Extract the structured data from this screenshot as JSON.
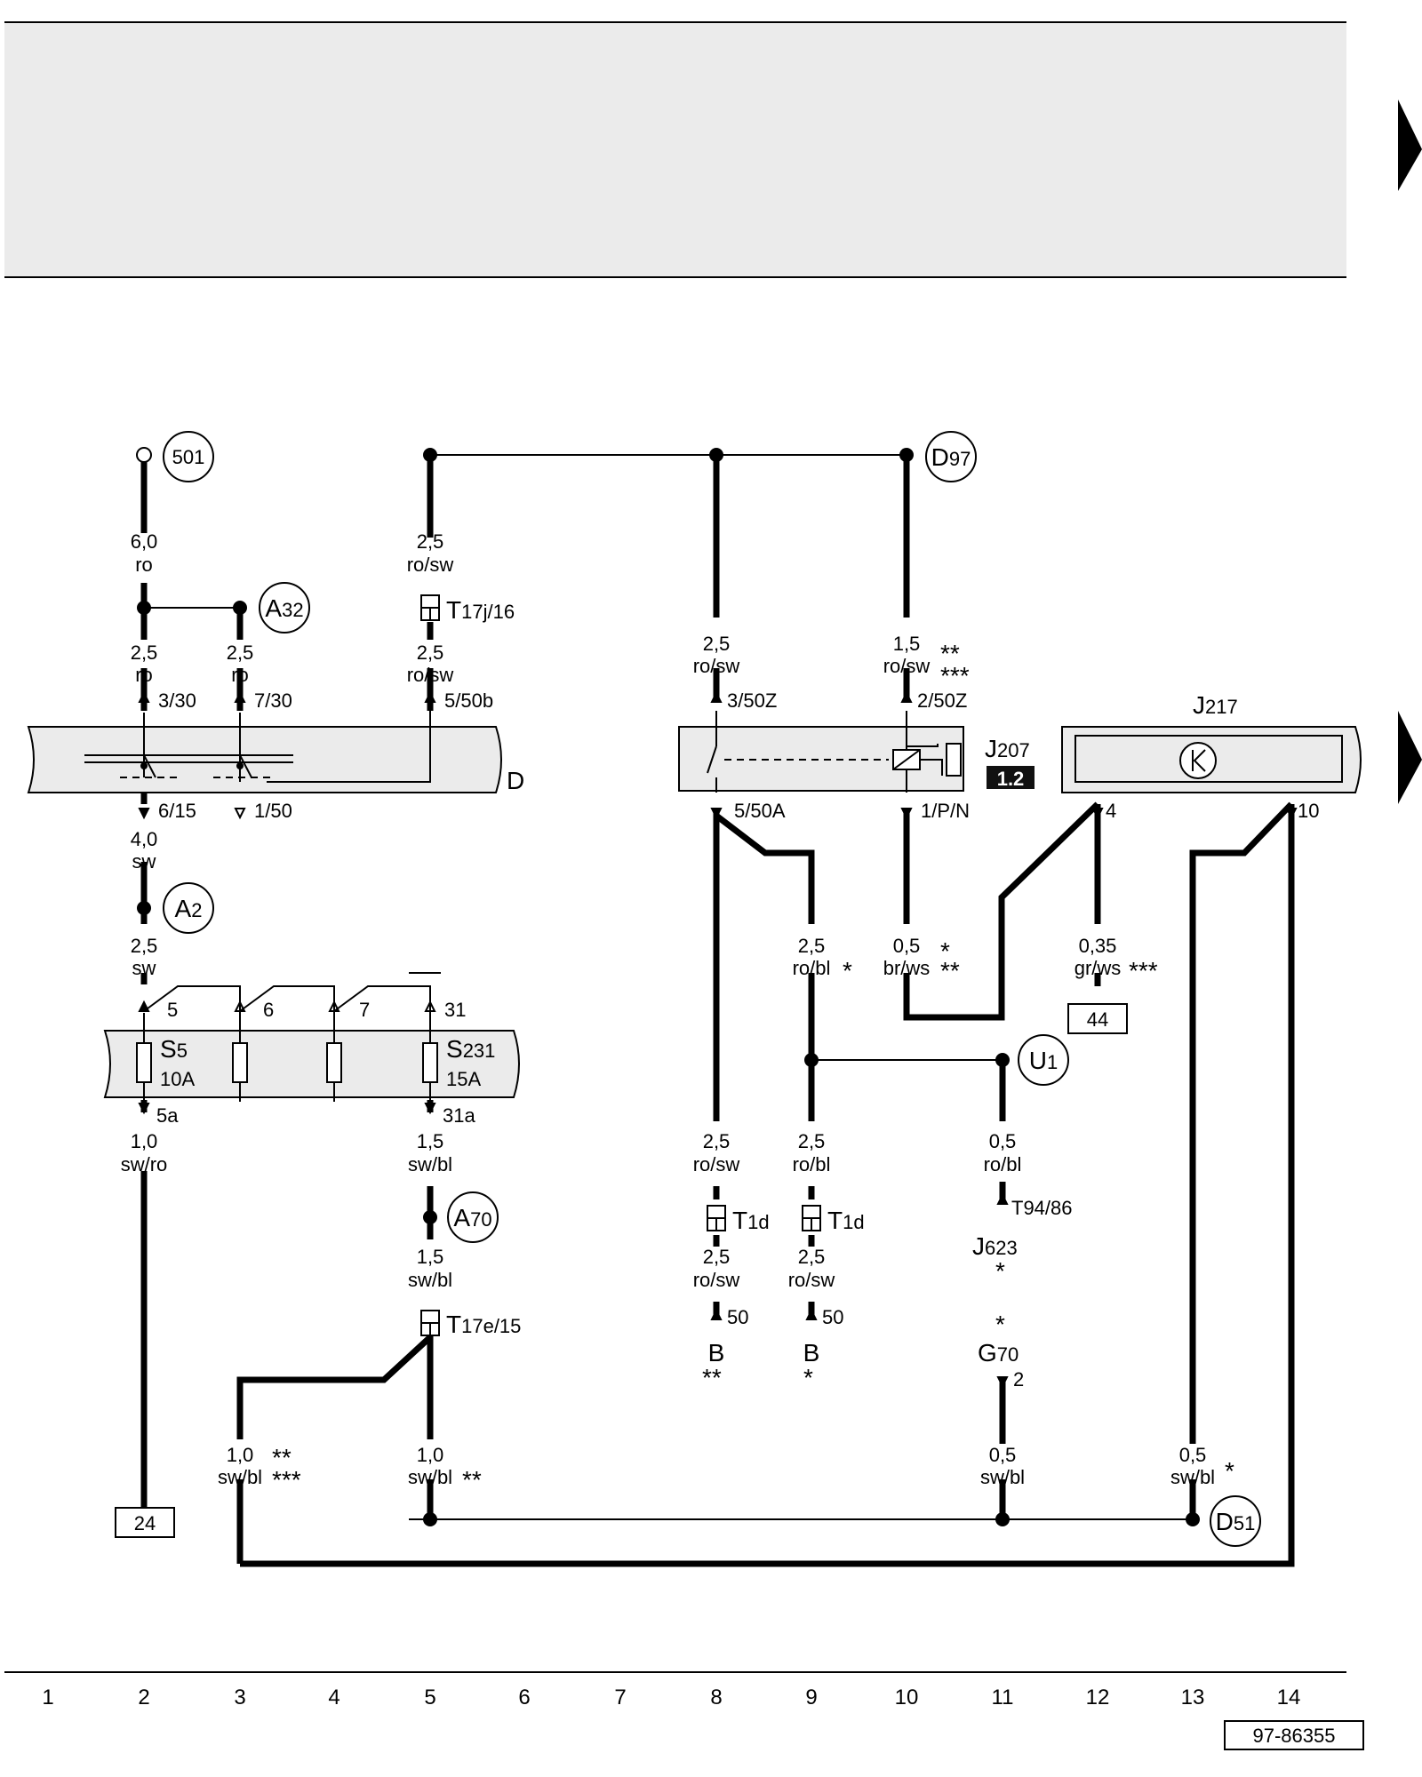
{
  "diagram": {
    "header_box_color": "#ebebeb",
    "wire_color": "#000000",
    "black_badge_color": "#111111",
    "nav_arrows": [
      "page-forward-arrow",
      "page-forward-arrow"
    ],
    "circles": {
      "c501": "501",
      "a32": {
        "main": "A",
        "sub": "32"
      },
      "d97": {
        "main": "D",
        "sub": "97"
      },
      "a2": {
        "main": "A",
        "sub": "2"
      },
      "u1": {
        "main": "U",
        "sub": "1"
      },
      "a70": {
        "main": "A",
        "sub": "70"
      },
      "d51": {
        "main": "D",
        "sub": "51"
      }
    },
    "wires": {
      "w1": [
        "6,0",
        "ro"
      ],
      "w2": [
        "2,5",
        "ro"
      ],
      "w3": [
        "2,5",
        "ro"
      ],
      "w4": [
        "2,5",
        "ro/sw"
      ],
      "w5": [
        "2,5",
        "ro/sw"
      ],
      "w6": [
        "2,5",
        "ro/sw"
      ],
      "w7": [
        "1,5",
        "ro/sw"
      ],
      "w8": [
        "4,0",
        "sw"
      ],
      "w9": [
        "2,5",
        "sw"
      ],
      "w10": [
        "2,5",
        "ro/bl"
      ],
      "w11": [
        "0,5",
        "br/ws"
      ],
      "w12": [
        "0,35",
        "gr/ws"
      ],
      "w13": [
        "1,0",
        "sw/ro"
      ],
      "w14": [
        "1,5",
        "sw/bl"
      ],
      "w15": [
        "2,5",
        "ro/sw"
      ],
      "w16": [
        "2,5",
        "ro/bl"
      ],
      "w17": [
        "0,5",
        "ro/bl"
      ],
      "w18": [
        "1,5",
        "sw/bl"
      ],
      "w19": [
        "2,5",
        "ro/sw"
      ],
      "w20": [
        "2,5",
        "ro/sw"
      ],
      "w21": [
        "1,0",
        "sw/bl"
      ],
      "w22": [
        "1,0",
        "sw/bl"
      ],
      "w23": [
        "0,5",
        "sw/bl"
      ],
      "w24": [
        "0,5",
        "sw/bl"
      ]
    },
    "stars": {
      "s7a": "**",
      "s7b": "***",
      "s10": "*",
      "s11a": "*",
      "s11b": "**",
      "s12": "***",
      "sB1": "**",
      "sB2": "*",
      "sJ623": "*",
      "sG70": "*",
      "s21a": "**",
      "s21b": "***",
      "s22": "**",
      "s24": "*"
    },
    "pins": {
      "p330": "3/30",
      "p730": "7/30",
      "p550b": "5/50b",
      "p350z": "3/50Z",
      "p250z": "2/50Z",
      "p615": "6/15",
      "p150": "1/50",
      "p550a": "5/50A",
      "p1pn": "1/P/N",
      "p4": "4",
      "p10": "10",
      "f5": "5",
      "f6": "6",
      "f7": "7",
      "f31": "31",
      "p5a": "5a",
      "p31a": "31a",
      "pT94": "T94/86",
      "p50a": "50",
      "p50b": "50",
      "p2": "2"
    },
    "connectors": {
      "t17j": {
        "main": "T",
        "sub": "17j/16"
      },
      "t1d_a": {
        "main": "T",
        "sub": "1d"
      },
      "t1d_b": {
        "main": "T",
        "sub": "1d"
      },
      "t17e": {
        "main": "T",
        "sub": "17e/15"
      }
    },
    "components": {
      "D": "D",
      "J207": {
        "main": "J",
        "sub": "207"
      },
      "J207_ref": "1.2",
      "J217": {
        "main": "J",
        "sub": "217"
      },
      "S5": {
        "main": "S",
        "sub": "5",
        "rating": "10A"
      },
      "S231": {
        "main": "S",
        "sub": "231",
        "rating": "15A"
      },
      "J623": {
        "main": "J",
        "sub": "623"
      },
      "G70": {
        "main": "G",
        "sub": "70"
      },
      "B1": "B",
      "B2": "B"
    },
    "refs": {
      "r44": "44",
      "r24": "24"
    },
    "columns": [
      "1",
      "2",
      "3",
      "4",
      "5",
      "6",
      "7",
      "8",
      "9",
      "10",
      "11",
      "12",
      "13",
      "14"
    ],
    "doc_id": "97-86355"
  }
}
